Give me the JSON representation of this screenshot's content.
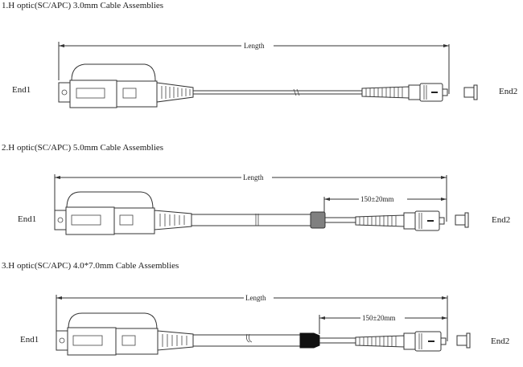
{
  "sections": [
    {
      "title": "1.H optic(SC/APC) 3.0mm Cable Assemblies",
      "length_label": "Length",
      "end1_label": "End1",
      "end2_label": "End2",
      "breakout_label": null,
      "breakout_sleeve_color": null
    },
    {
      "title": "2.H optic(SC/APC) 5.0mm Cable Assemblies",
      "length_label": "Length",
      "end1_label": "End1",
      "end2_label": "End2",
      "breakout_label": "150±20mm",
      "breakout_sleeve_color": "#808080"
    },
    {
      "title": "3.H optic(SC/APC) 4.0*7.0mm Cable Assemblies",
      "length_label": "Length",
      "end1_label": "End1",
      "end2_label": "End2",
      "breakout_label": "150±20mm",
      "breakout_sleeve_color": "#111111"
    }
  ],
  "colors": {
    "line": "#333333",
    "background": "#ffffff"
  }
}
